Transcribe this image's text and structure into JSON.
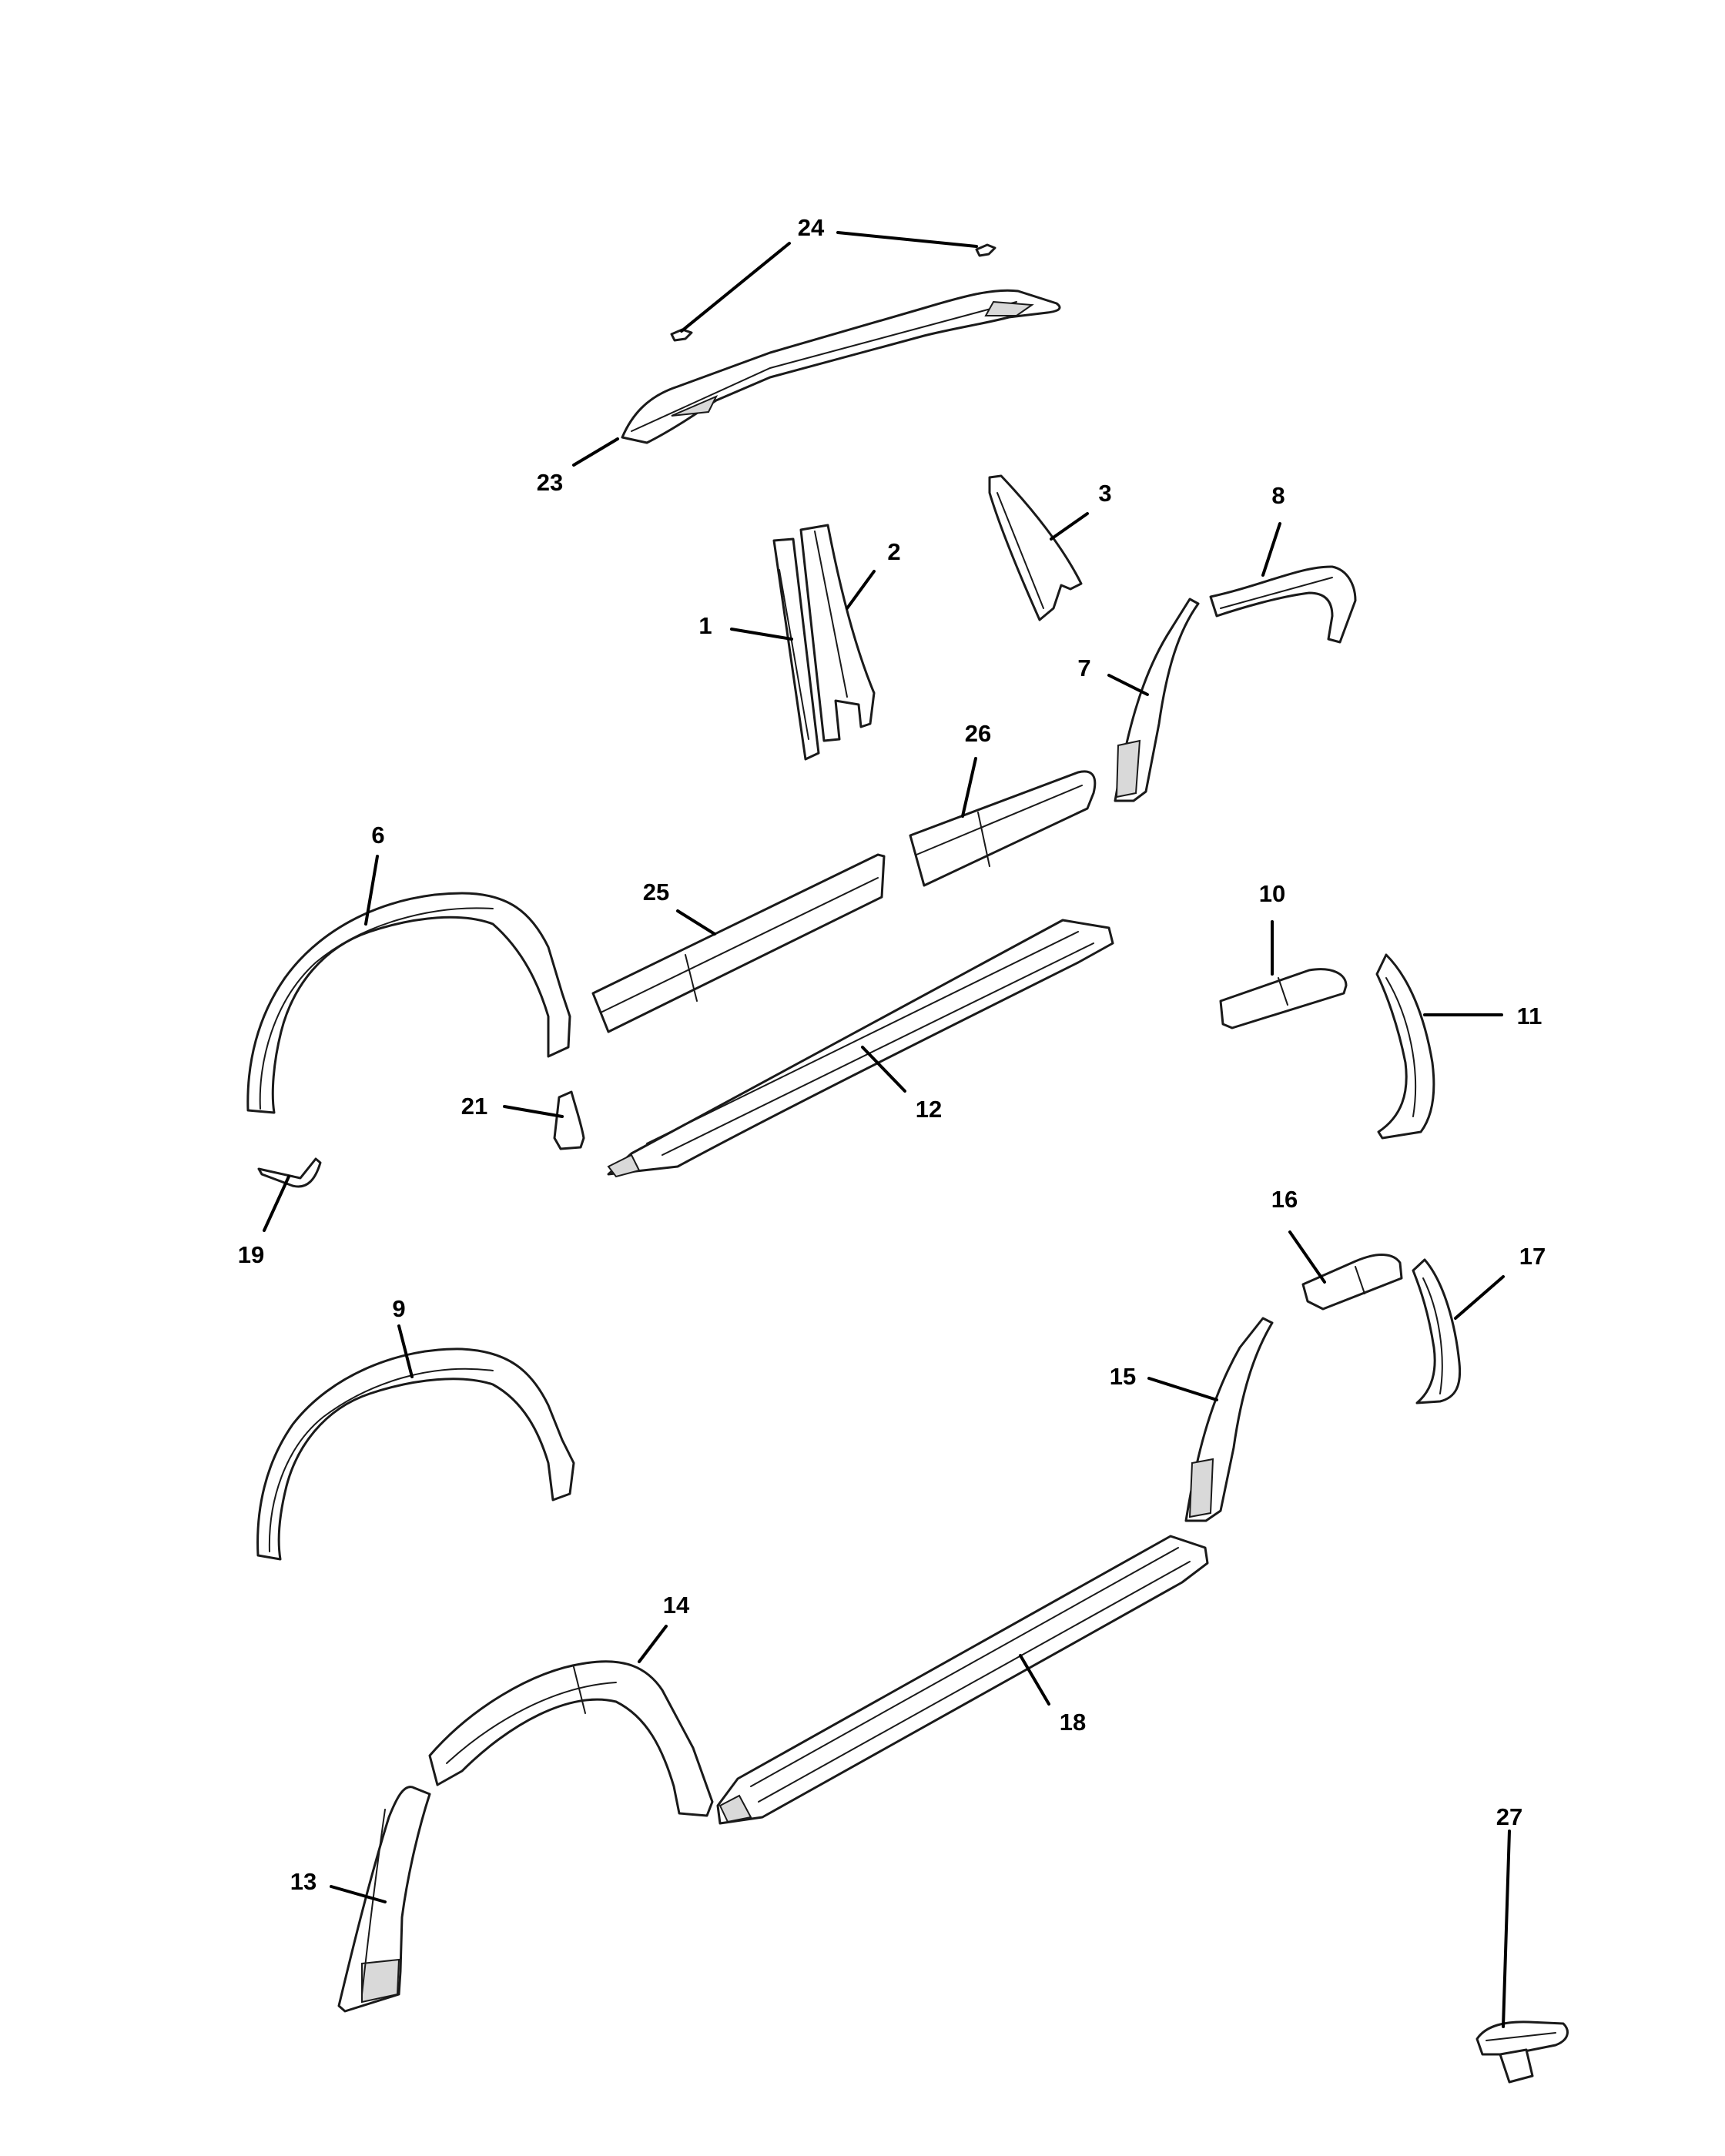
{
  "callouts": {
    "c1": "1",
    "c2": "2",
    "c3": "3",
    "c6": "6",
    "c7": "7",
    "c8": "8",
    "c9": "9",
    "c10": "10",
    "c11": "11",
    "c12": "12",
    "c13": "13",
    "c14": "14",
    "c15": "15",
    "c16": "16",
    "c17": "17",
    "c18": "18",
    "c19": "19",
    "c21": "21",
    "c23": "23",
    "c24": "24",
    "c25": "25",
    "c26": "26",
    "c27": "27"
  },
  "colors": {
    "line": "#1a1a1a",
    "background": "#ffffff"
  }
}
